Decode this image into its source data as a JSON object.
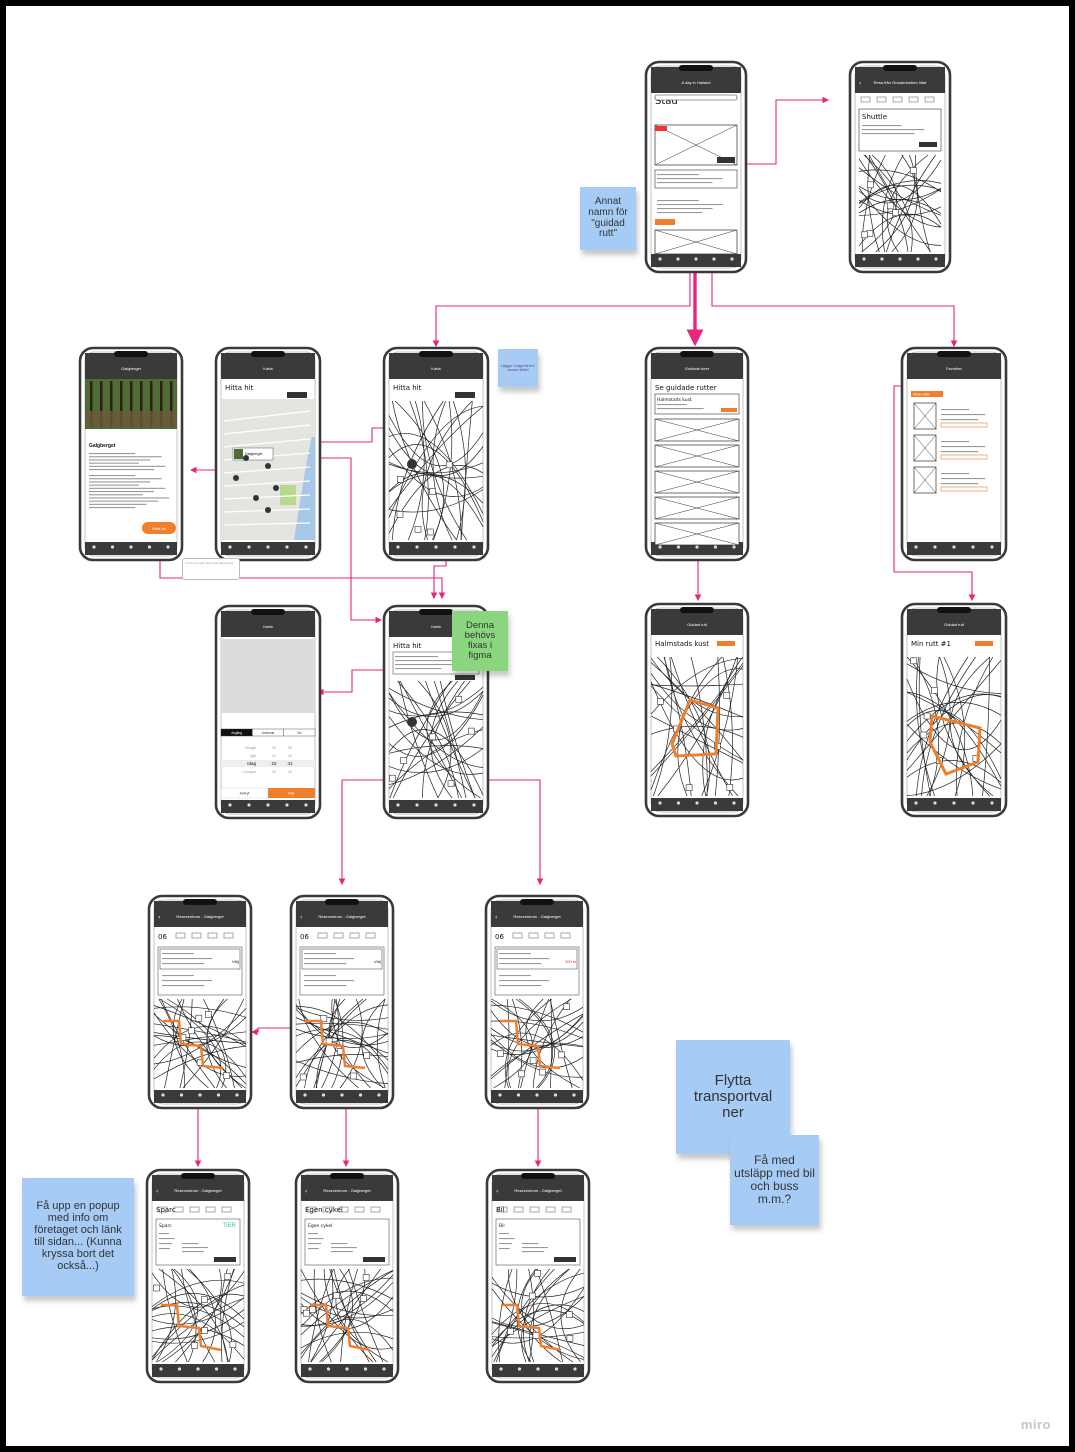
{
  "screens": [
    {
      "id": "home",
      "title": "A day in Halland",
      "heading": "Stad",
      "kind": "home"
    },
    {
      "id": "shuttle",
      "title": "Resa från Grandmeeben hitat",
      "heading": "Shuttle",
      "kind": "shuttle"
    },
    {
      "id": "galgberget",
      "title": "Galgberget",
      "heading": "Galgberget",
      "kind": "info",
      "cta": "Hitta hit"
    },
    {
      "id": "karta-map",
      "title": "Karta",
      "heading": "Hitta hit",
      "kind": "photo-map",
      "place": "Galgberget"
    },
    {
      "id": "karta-sketch",
      "title": "Karta",
      "heading": "Hitta hit",
      "kind": "sketch-map"
    },
    {
      "id": "guidade",
      "title": "Guidade turer",
      "heading": "Se guidade rutter",
      "kind": "list",
      "item": "Halmstads kust"
    },
    {
      "id": "favoriter",
      "title": "Favoriter",
      "heading": "",
      "kind": "favorites",
      "tag": "Mina rutter"
    },
    {
      "id": "karta-time",
      "title": "Karta",
      "heading": "",
      "kind": "time-picker",
      "options": [
        "Avgång",
        "Ankomst",
        "Nu"
      ],
      "rows": [
        "i förrgår",
        "igår",
        "Idag",
        "i morgon"
      ],
      "hours": [
        "20",
        "21",
        "22",
        "23"
      ],
      "minutes": [
        "39",
        "40",
        "41",
        "42"
      ],
      "selected": "Idag",
      "cancel": "Avbryt",
      "ok": "Klar"
    },
    {
      "id": "karta-route",
      "title": "Karta",
      "heading": "Hitta hit",
      "kind": "sketch-map-form"
    },
    {
      "id": "halmstad-kust",
      "title": "Guidad rutt",
      "heading": "Halmstads kust",
      "kind": "route-map"
    },
    {
      "id": "min-rutt",
      "title": "Guidad rutt",
      "heading": "Min rutt #1",
      "kind": "route-map2"
    },
    {
      "id": "route-1",
      "title": "Resecentrum - Galgberget",
      "kind": "transport",
      "date": "06",
      "price": "Välj",
      "badge": ""
    },
    {
      "id": "route-2",
      "title": "Resecentrum - Galgberget",
      "kind": "transport",
      "date": "06",
      "price": "Välj",
      "badge": ""
    },
    {
      "id": "route-3",
      "title": "Resecentrum - Galgberget",
      "kind": "transport",
      "date": "06",
      "price": "",
      "badge": "100 kr"
    },
    {
      "id": "detail-1",
      "title": "Resecentrum - Galgberget",
      "kind": "detail",
      "heading": "Sparc",
      "brand": "TIER"
    },
    {
      "id": "detail-2",
      "title": "Resecentrum - Galgberget",
      "kind": "detail",
      "heading": "Egen cykel",
      "brand": ""
    },
    {
      "id": "detail-3",
      "title": "Resecentrum - Galgberget",
      "kind": "detail",
      "heading": "Bil",
      "brand": ""
    }
  ],
  "stickies": {
    "annat_namn": "Annat namn för \"guidad rutt\"",
    "lagga": "Lägga \"rutgenlinen\" annan ikillet",
    "denna": "Denna behövs fixas i figma",
    "fa_upp": "Få upp en popup med info om företaget och länk till sidan... (Kunna kryssa bort det också...)",
    "flytta": "Flytta transportval ner",
    "fa_med": "Få med utsläpp med bil och buss m.m.?"
  },
  "tooltip": "Vi har inte gjort klart med våra kartor.",
  "watermark": "miro",
  "colors": {
    "connector": "#e8247c",
    "accent": "#f07f2d",
    "phone": "#3a3a3a",
    "sticky_blue": "#a6ccf5",
    "sticky_green": "#8ad67e"
  }
}
